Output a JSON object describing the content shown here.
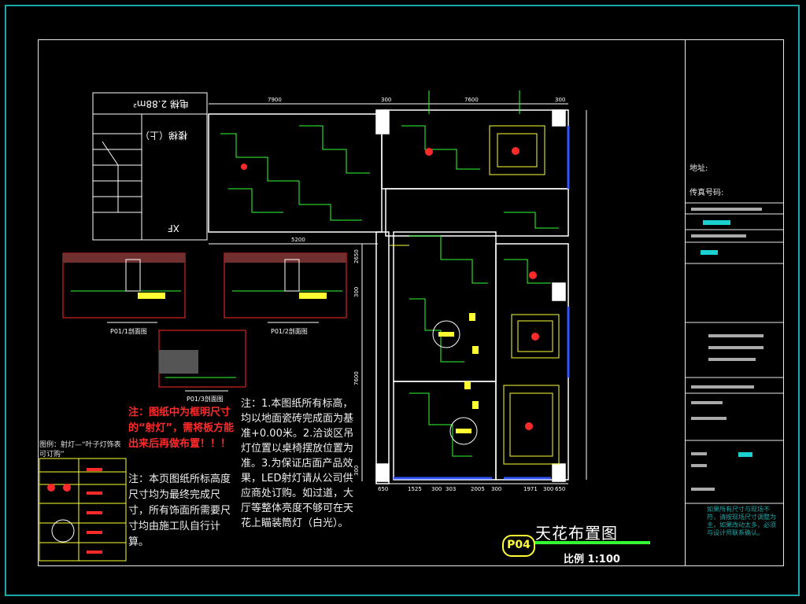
{
  "drawing": {
    "title": "天花布置图",
    "code": "P04",
    "scale": "比例 1:100"
  },
  "plan_labels": {
    "stair": "楼梯（上）",
    "elevator": "电梯 2.88m²",
    "xf": "XF",
    "section1": "P01/1剖面图",
    "section2": "P01/2剖面图",
    "section3": "P01/3剖面图"
  },
  "dimensions": {
    "top": [
      "7900",
      "300",
      "7600",
      "300"
    ],
    "bottom": [
      "650",
      "1525",
      "300",
      "303",
      "2005",
      "300",
      "1971",
      "300",
      "650"
    ],
    "left": [
      "2650",
      "300",
      "7600",
      "300"
    ],
    "mid": [
      "5200"
    ]
  },
  "notes": {
    "red": "注：图纸中为框明尺寸的“射灯”，需将板方能出来后再做布置！！！",
    "white": "注：本页图纸所标高度尺寸均为最终完成尺寸，所有饰面所需要尺寸均由施工队自行计算。",
    "mid": "注：1.本图纸所有标高，均以地面瓷砖完成面为基准+0.00米。2.洽谈区吊灯位置以桌椅摆放位置为准。3.为保证店面产品效果，LED射灯请从公司供应商处订购。如过道，大厅等整体亮度不够可在天花上瞄装筒灯（白光）。",
    "legend_title": "图例：射灯—“叶子灯饰表可订购”"
  },
  "title_block": {
    "address_label": "地址:",
    "fax_label": "传真号码:",
    "bottom_note": "如果所有尺寸与现场不符，请按现场尺寸调整为主，如果改动太多，必须与设计师联系确认。"
  },
  "colors": {
    "frame": "#1aa8a8",
    "lines": "#ffffff",
    "green": "#33ff33",
    "yellow": "#ffff33",
    "red": "#ff2a2a",
    "blue": "#3355ff"
  }
}
